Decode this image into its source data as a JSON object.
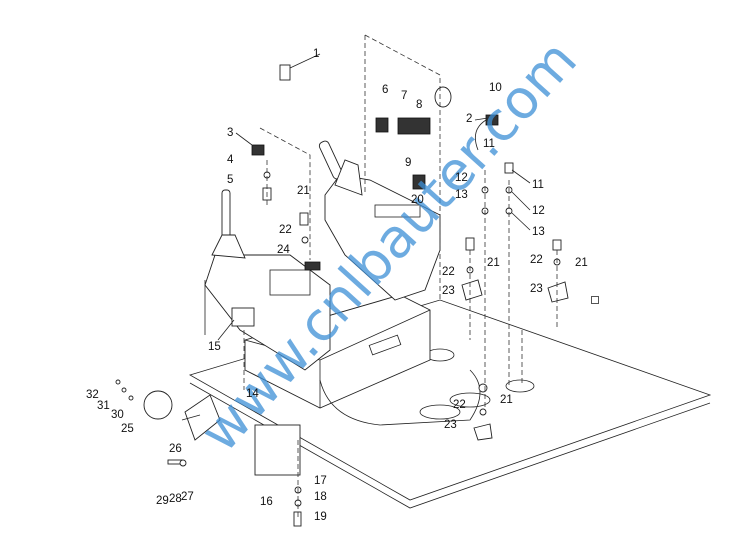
{
  "diagram": {
    "title": "Operator console exploded parts diagram",
    "watermark": "www.cnlbauter.com",
    "callouts": [
      {
        "id": "1",
        "text": "1"
      },
      {
        "id": "2",
        "text": "2"
      },
      {
        "id": "3",
        "text": "3"
      },
      {
        "id": "4",
        "text": "4"
      },
      {
        "id": "5",
        "text": "5"
      },
      {
        "id": "6",
        "text": "6"
      },
      {
        "id": "7",
        "text": "7"
      },
      {
        "id": "8",
        "text": "8"
      },
      {
        "id": "9",
        "text": "9"
      },
      {
        "id": "10",
        "text": "10"
      },
      {
        "id": "11a",
        "text": "11"
      },
      {
        "id": "11b",
        "text": "11"
      },
      {
        "id": "12a",
        "text": "12"
      },
      {
        "id": "12b",
        "text": "12"
      },
      {
        "id": "13a",
        "text": "13"
      },
      {
        "id": "13b",
        "text": "13"
      },
      {
        "id": "14",
        "text": "14"
      },
      {
        "id": "15",
        "text": "15"
      },
      {
        "id": "16",
        "text": "16"
      },
      {
        "id": "17",
        "text": "17"
      },
      {
        "id": "18",
        "text": "18"
      },
      {
        "id": "19",
        "text": "19"
      },
      {
        "id": "20",
        "text": "20"
      },
      {
        "id": "21a",
        "text": "21"
      },
      {
        "id": "21b",
        "text": "21"
      },
      {
        "id": "21c",
        "text": "21"
      },
      {
        "id": "21d",
        "text": "21"
      },
      {
        "id": "22a",
        "text": "22"
      },
      {
        "id": "22b",
        "text": "22"
      },
      {
        "id": "22c",
        "text": "22"
      },
      {
        "id": "22d",
        "text": "22"
      },
      {
        "id": "23a",
        "text": "23"
      },
      {
        "id": "23b",
        "text": "23"
      },
      {
        "id": "23c",
        "text": "23"
      },
      {
        "id": "24",
        "text": "24"
      },
      {
        "id": "25",
        "text": "25"
      },
      {
        "id": "26",
        "text": "26"
      },
      {
        "id": "27",
        "text": "27"
      },
      {
        "id": "28",
        "text": "28"
      },
      {
        "id": "29",
        "text": "29"
      },
      {
        "id": "30",
        "text": "30"
      },
      {
        "id": "31",
        "text": "31"
      },
      {
        "id": "32",
        "text": "32"
      }
    ]
  }
}
